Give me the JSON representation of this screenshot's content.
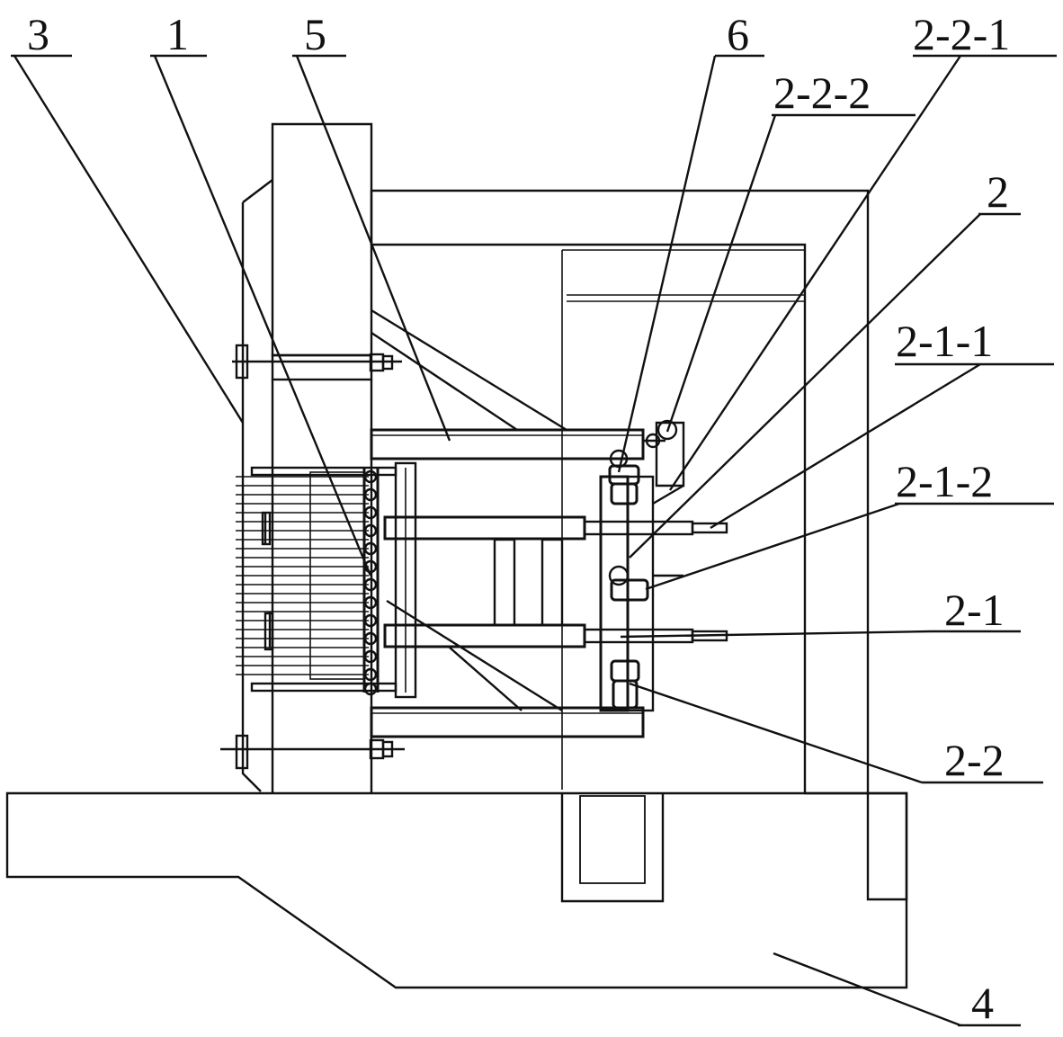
{
  "labels": {
    "l3": "3",
    "l1": "1",
    "l5": "5",
    "l6": "6",
    "l221": "2-2-1",
    "l222": "2-2-2",
    "l2": "2",
    "l211": "2-1-1",
    "l212": "2-1-2",
    "l21": "2-1",
    "l22": "2-2",
    "l4": "4"
  }
}
